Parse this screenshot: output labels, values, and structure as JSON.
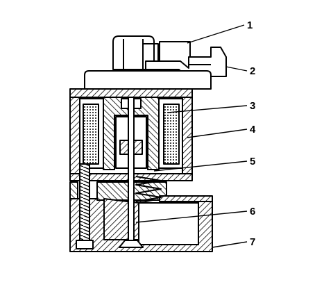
{
  "callouts": [
    "1",
    "2",
    "3",
    "4",
    "5",
    "6",
    "7"
  ],
  "colors": {
    "ink": "#000000",
    "paper": "#ffffff",
    "hatch": "#000000"
  }
}
